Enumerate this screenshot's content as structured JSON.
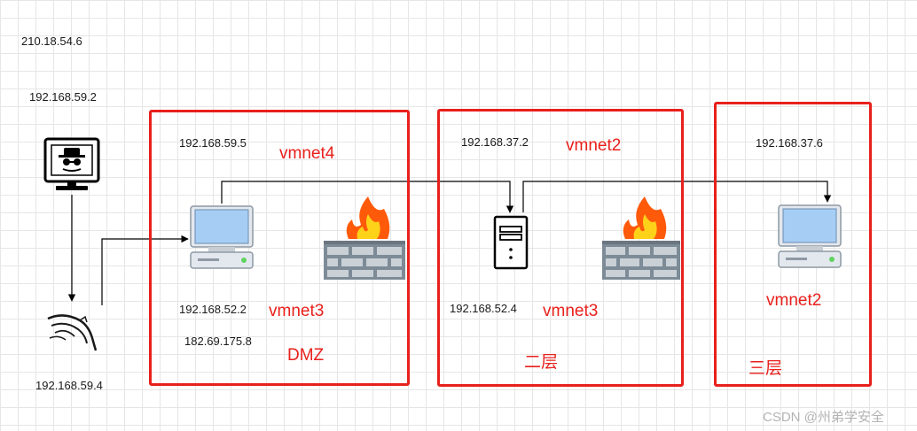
{
  "attacker": {
    "ips": [
      "210.18.54.6",
      "192.168.59.2"
    ],
    "icon": "hacker-monitor-icon"
  },
  "kali": {
    "ip": "192.168.59.4",
    "icon": "kali-dragon-icon"
  },
  "dmz": {
    "ip_top": "192.168.59.5",
    "net_top": "vmnet4",
    "ip_bottom_1": "192.168.52.2",
    "ip_bottom_2": "182.69.175.8",
    "net_bottom": "vmnet3",
    "label": "DMZ",
    "icons": [
      "computer-icon",
      "firewall-icon"
    ]
  },
  "layer2": {
    "ip_top": "192.168.37.2",
    "net_top": "vmnet2",
    "ip_bottom": "192.168.52.4",
    "net_bottom": "vmnet3",
    "label": "二层",
    "icons": [
      "server-icon",
      "firewall-icon"
    ]
  },
  "layer3": {
    "ip_top": "192.168.37.6",
    "net": "vmnet2",
    "label": "三层",
    "icons": [
      "computer-icon"
    ]
  },
  "colors": {
    "zone_border": "#e8201c",
    "net_label": "#e8201c",
    "monitor_screen": "#a6cef5",
    "firewall_flame": "#ff5a0a",
    "firewall_brick": "#7d8b97"
  },
  "watermark": "CSDN @州弟学安全"
}
